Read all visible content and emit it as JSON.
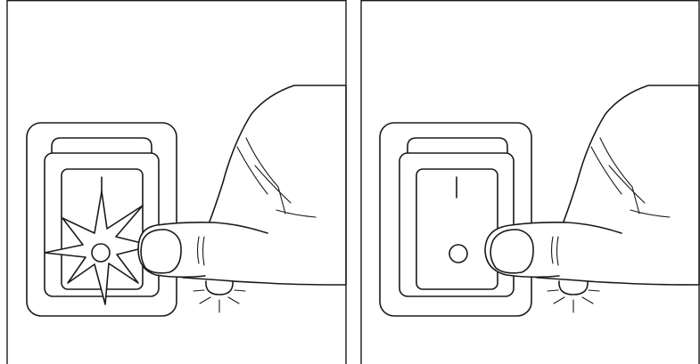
{
  "figure": {
    "panels": [
      {
        "id": "left",
        "switch_state": "pressed",
        "switch_mark": "I",
        "indicator_lit": true,
        "spark_visible": true
      },
      {
        "id": "right",
        "switch_state": "released",
        "switch_mark": "I",
        "indicator_lit": true,
        "spark_visible": false
      }
    ],
    "colors": {
      "ink": "#1a1a1a",
      "background": "#ffffff"
    }
  }
}
